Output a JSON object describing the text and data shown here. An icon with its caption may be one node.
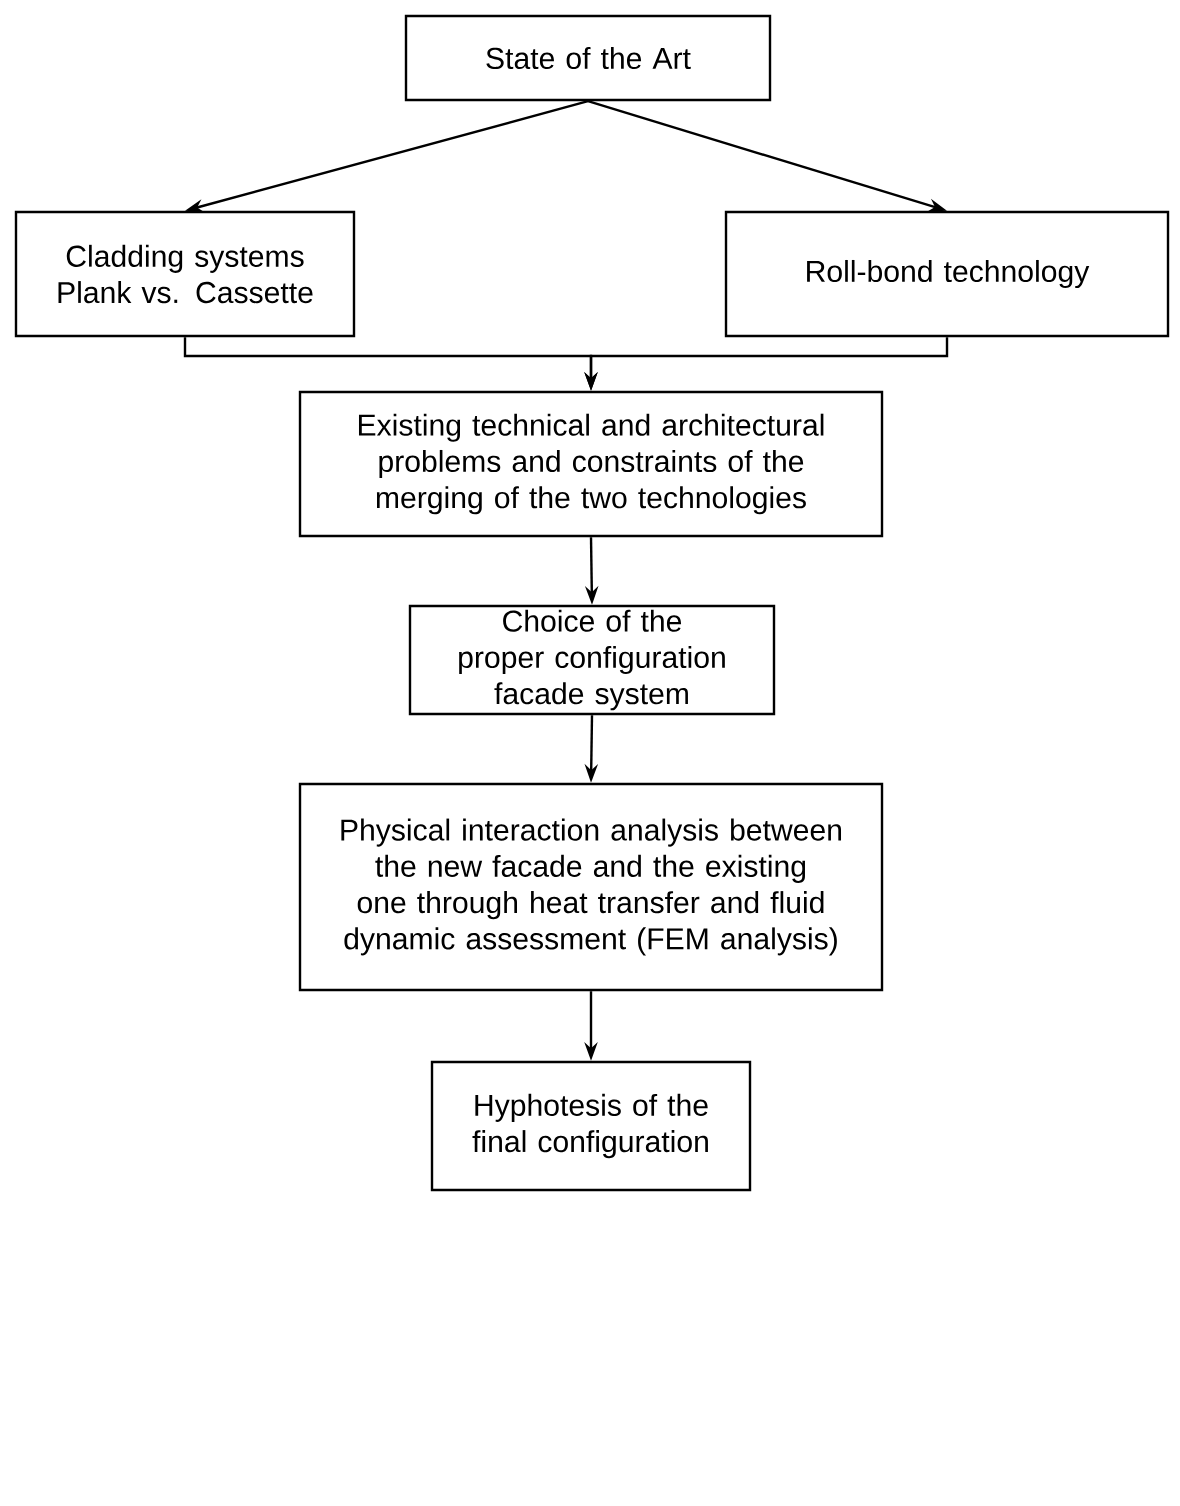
{
  "diagram": {
    "nodes": [
      {
        "text": [
          "State of the Art"
        ]
      },
      {
        "text": [
          "Cladding systems Plank vs. Cassette"
        ]
      },
      {
        "text": [
          "Roll-bond technology"
        ]
      },
      {
        "text": [
          "Existing technical and architectural problems and constraints of the merging of the two technologies"
        ]
      },
      {
        "text": [
          "Choice of the proper configuration facade system"
        ]
      },
      {
        "text": [
          "Physical interaction analysis between the new facade and the existing one through heat transfer and fluid dynamic assessment (FEM analysis)"
        ]
      },
      {
        "text": [
          "Hyphotesis of the final configuration"
        ]
      }
    ],
    "edges": [
      {
        "from": 0,
        "to": 1,
        "arrow": "to"
      },
      {
        "from": 0,
        "to": 2,
        "arrow": "to"
      },
      {
        "from": 1,
        "to": 3,
        "arrow": "to"
      },
      {
        "from": 2,
        "to": 3,
        "arrow": "to"
      },
      {
        "from": 3,
        "to": 4,
        "arrow": "to"
      },
      {
        "from": 4,
        "to": 5,
        "arrow": "to"
      },
      {
        "from": 5,
        "to": 6,
        "arrow": "to"
      }
    ]
  }
}
